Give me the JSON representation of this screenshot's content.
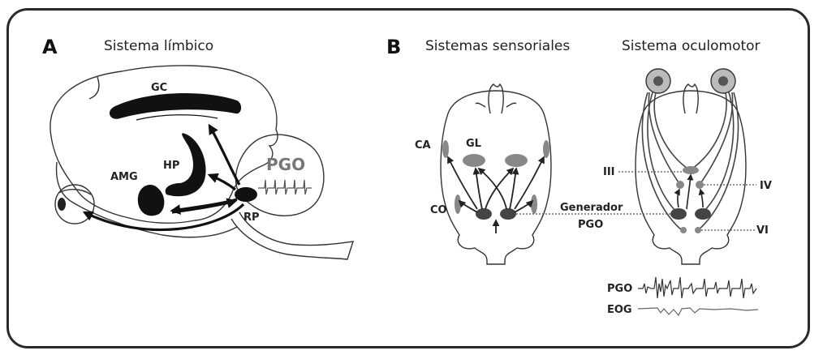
{
  "panel_a": {
    "letter": "A",
    "title": "Sistema límbico",
    "labels": {
      "gc": "GC",
      "hp": "HP",
      "amg": "AMG",
      "rp": "RP",
      "pgo": "PGO"
    }
  },
  "panel_b": {
    "letter": "B",
    "title_sensorial": "Sistemas sensoriales",
    "title_oculomotor": "Sistema oculomotor",
    "labels": {
      "ca": "CA",
      "gl": "GL",
      "co": "CO",
      "generador_line1": "Generador",
      "generador_line2": "PGO",
      "iii": "III",
      "iv": "IV",
      "vi": "VI",
      "trace_pgo": "PGO",
      "trace_eog": "EOG"
    }
  }
}
